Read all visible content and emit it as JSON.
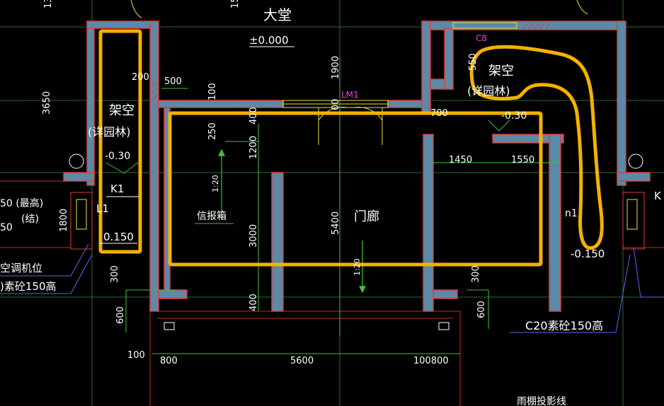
{
  "colors": {
    "background": "#000000",
    "wall_fill": "#5a8aa8",
    "wall_edge": "#e23a3a",
    "dim_line": "#3cc43c",
    "text": "#ffffff",
    "highlight": "#f5b100",
    "magenta": "#e040e0",
    "yellow_line": "#f0e040",
    "blue_line": "#6060ff"
  },
  "labels": {
    "lobby": "大堂",
    "elev_lobby": "±0.000",
    "open_left": "架空",
    "garden_left": "(详园林)",
    "elev_left": "-0.30",
    "k1": "K1",
    "l1": "L1",
    "elev_left_bottom": "0.150",
    "open_right": "架空",
    "garden_right": "(详园林)",
    "elev_right": "-0.30",
    "elev_right_bottom": "-0.150",
    "porch": "门廊",
    "mailbox": "信报箱",
    "slope": "1:20",
    "slope2": "1:20",
    "door_lm1": "LM1",
    "c8": "C8",
    "ac": "空调机位",
    "left_conc": ")素砼150高",
    "right_conc": "C20素砼150高",
    "top_left_num": "13",
    "top_mid_num": "15",
    "left_max": "50 (最高)",
    "left_jie": "(结)",
    "left_50": "50",
    "k_right": "K",
    "n1": "n1",
    "bottom_label": "雨棚投影线"
  },
  "dims": {
    "d3650": "3650",
    "d200": "200",
    "d500": "500",
    "d100": "100",
    "d1900": "1900",
    "d400a": "400",
    "d00": "00",
    "d250": "250",
    "d1200": "1200",
    "d700": "700",
    "d550": "550",
    "d1450": "1450",
    "d1550": "1550",
    "d1800": "1800",
    "d3000": "3000",
    "d5400": "5400",
    "d300l": "300",
    "d300r": "300",
    "d600l": "600",
    "d600r": "600",
    "d400b": "400",
    "d100b": "100",
    "d800": "800",
    "d5600": "5600",
    "d100800": "100800"
  }
}
